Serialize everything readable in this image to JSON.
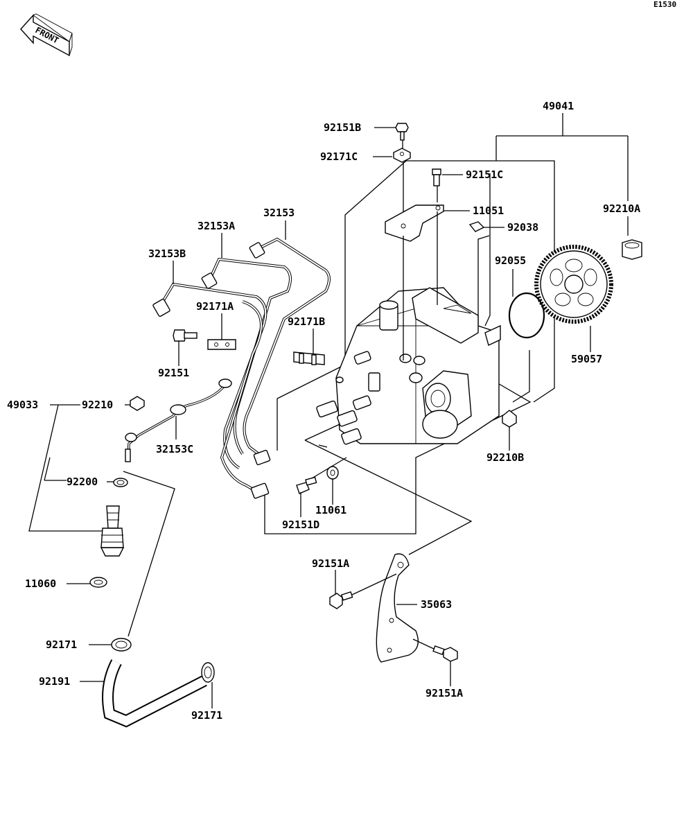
{
  "diagram_code": "E1530",
  "front_arrow_text": "FRONT",
  "labels": {
    "p49041": "49041",
    "p92151B": "92151B",
    "p92171C": "92171C",
    "p92151C": "92151C",
    "p11051": "11051",
    "p92038": "92038",
    "p92210A": "92210A",
    "p92055": "92055",
    "p59057": "59057",
    "p32153": "32153",
    "p32153A": "32153A",
    "p32153B": "32153B",
    "p92171A": "92171A",
    "p92171B": "92171B",
    "p92151": "92151",
    "p49033": "49033",
    "p92210": "92210",
    "p32153C": "32153C",
    "p92200": "92200",
    "p11060": "11060",
    "p11061": "11061",
    "p92151D": "92151D",
    "p92210B": "92210B",
    "p92151A_top": "92151A",
    "p35063": "35063",
    "p92151A_bottom": "92151A",
    "p92171_left": "92171",
    "p92191": "92191",
    "p92171_bottom": "92171"
  }
}
